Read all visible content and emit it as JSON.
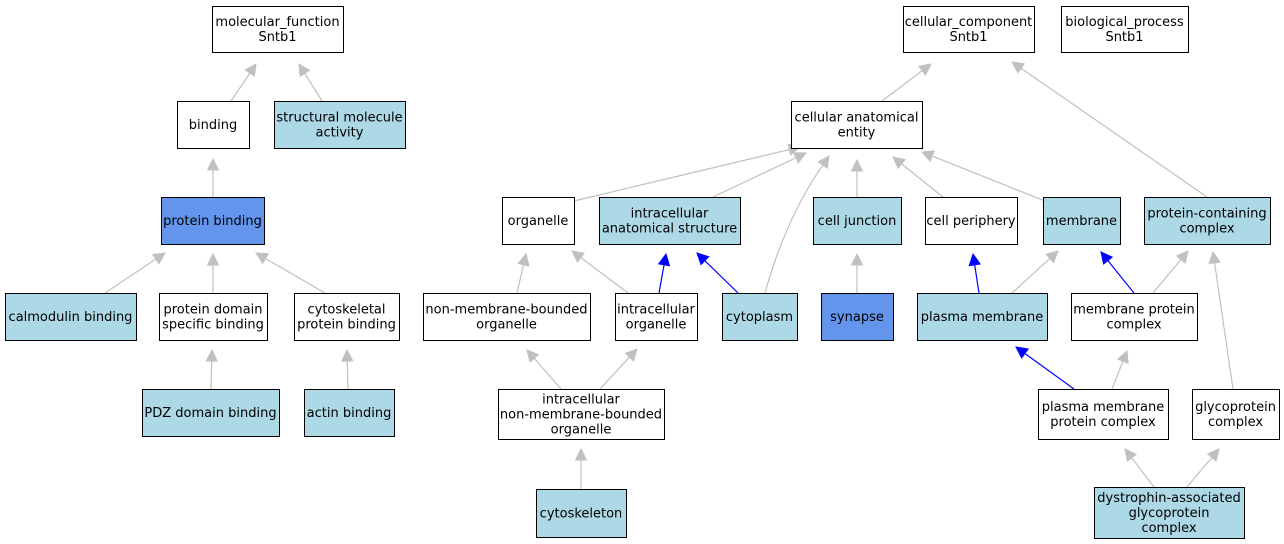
{
  "colors": {
    "plain": "#ffffff",
    "annotated": "#add8e6",
    "highlight": "#6495ed",
    "edge_grey": "#c0c0c0",
    "edge_blue": "#0000ff",
    "border": "#000000"
  },
  "nodes": {
    "molecular_function": {
      "lines": [
        "molecular_function",
        "Sntb1"
      ],
      "fill": "plain"
    },
    "cellular_component": {
      "lines": [
        "cellular_component",
        "Sntb1"
      ],
      "fill": "plain"
    },
    "biological_process": {
      "lines": [
        "biological_process",
        "Sntb1"
      ],
      "fill": "plain"
    },
    "binding": {
      "lines": [
        "binding"
      ],
      "fill": "plain"
    },
    "structural_molecule_activity": {
      "lines": [
        "structural molecule",
        "activity"
      ],
      "fill": "annotated"
    },
    "cellular_anatomical_entity": {
      "lines": [
        "cellular anatomical",
        "entity"
      ],
      "fill": "plain"
    },
    "protein_binding": {
      "lines": [
        "protein binding"
      ],
      "fill": "highlight"
    },
    "organelle": {
      "lines": [
        "organelle"
      ],
      "fill": "plain"
    },
    "intracellular_anatomical_structure": {
      "lines": [
        "intracellular",
        "anatomical structure"
      ],
      "fill": "annotated"
    },
    "cell_junction": {
      "lines": [
        "cell junction"
      ],
      "fill": "annotated"
    },
    "cell_periphery": {
      "lines": [
        "cell periphery"
      ],
      "fill": "plain"
    },
    "membrane": {
      "lines": [
        "membrane"
      ],
      "fill": "annotated"
    },
    "protein_containing_complex": {
      "lines": [
        "protein-containing",
        "complex"
      ],
      "fill": "annotated"
    },
    "calmodulin_binding": {
      "lines": [
        "calmodulin binding"
      ],
      "fill": "annotated"
    },
    "protein_domain_specific_binding": {
      "lines": [
        "protein domain",
        "specific binding"
      ],
      "fill": "plain"
    },
    "cytoskeletal_protein_binding": {
      "lines": [
        "cytoskeletal",
        "protein binding"
      ],
      "fill": "plain"
    },
    "non_membrane_bounded_organelle": {
      "lines": [
        "non-membrane-bounded",
        "organelle"
      ],
      "fill": "plain"
    },
    "intracellular_organelle": {
      "lines": [
        "intracellular",
        "organelle"
      ],
      "fill": "plain"
    },
    "cytoplasm": {
      "lines": [
        "cytoplasm"
      ],
      "fill": "annotated"
    },
    "synapse": {
      "lines": [
        "synapse"
      ],
      "fill": "highlight"
    },
    "plasma_membrane": {
      "lines": [
        "plasma membrane"
      ],
      "fill": "annotated"
    },
    "membrane_protein_complex": {
      "lines": [
        "membrane protein",
        "complex"
      ],
      "fill": "plain"
    },
    "pdz_domain_binding": {
      "lines": [
        "PDZ domain binding"
      ],
      "fill": "annotated"
    },
    "actin_binding": {
      "lines": [
        "actin binding"
      ],
      "fill": "annotated"
    },
    "intracellular_nmb_organelle": {
      "lines": [
        "intracellular",
        "non-membrane-bounded",
        "organelle"
      ],
      "fill": "plain"
    },
    "plasma_membrane_protein_complex": {
      "lines": [
        "plasma membrane",
        "protein complex"
      ],
      "fill": "plain"
    },
    "glycoprotein_complex": {
      "lines": [
        "glycoprotein",
        "complex"
      ],
      "fill": "plain"
    },
    "cytoskeleton": {
      "lines": [
        "cytoskeleton"
      ],
      "fill": "annotated"
    },
    "dystrophin_associated_glycoprotein_complex": {
      "lines": [
        "dystrophin-associated",
        "glycoprotein",
        "complex"
      ],
      "fill": "annotated"
    }
  },
  "edges": [
    {
      "from": "binding",
      "to": "molecular_function",
      "color": "grey"
    },
    {
      "from": "structural_molecule_activity",
      "to": "molecular_function",
      "color": "grey"
    },
    {
      "from": "protein_binding",
      "to": "binding",
      "color": "grey"
    },
    {
      "from": "calmodulin_binding",
      "to": "protein_binding",
      "color": "grey"
    },
    {
      "from": "protein_domain_specific_binding",
      "to": "protein_binding",
      "color": "grey"
    },
    {
      "from": "cytoskeletal_protein_binding",
      "to": "protein_binding",
      "color": "grey"
    },
    {
      "from": "pdz_domain_binding",
      "to": "protein_domain_specific_binding",
      "color": "grey"
    },
    {
      "from": "actin_binding",
      "to": "cytoskeletal_protein_binding",
      "color": "grey"
    },
    {
      "from": "cellular_anatomical_entity",
      "to": "cellular_component",
      "color": "grey"
    },
    {
      "from": "protein_containing_complex",
      "to": "cellular_component",
      "color": "grey"
    },
    {
      "from": "organelle",
      "to": "cellular_anatomical_entity",
      "color": "grey"
    },
    {
      "from": "intracellular_anatomical_structure",
      "to": "cellular_anatomical_entity",
      "color": "grey"
    },
    {
      "from": "cytoplasm",
      "to": "cellular_anatomical_entity",
      "color": "grey"
    },
    {
      "from": "cell_junction",
      "to": "cellular_anatomical_entity",
      "color": "grey"
    },
    {
      "from": "cell_periphery",
      "to": "cellular_anatomical_entity",
      "color": "grey"
    },
    {
      "from": "membrane",
      "to": "cellular_anatomical_entity",
      "color": "grey"
    },
    {
      "from": "non_membrane_bounded_organelle",
      "to": "organelle",
      "color": "grey"
    },
    {
      "from": "intracellular_organelle",
      "to": "organelle",
      "color": "grey"
    },
    {
      "from": "intracellular_organelle",
      "to": "intracellular_anatomical_structure",
      "color": "blue"
    },
    {
      "from": "cytoplasm",
      "to": "intracellular_anatomical_structure",
      "color": "blue"
    },
    {
      "from": "synapse",
      "to": "cell_junction",
      "color": "grey"
    },
    {
      "from": "plasma_membrane",
      "to": "cell_periphery",
      "color": "blue"
    },
    {
      "from": "plasma_membrane",
      "to": "membrane",
      "color": "grey"
    },
    {
      "from": "membrane_protein_complex",
      "to": "membrane",
      "color": "blue"
    },
    {
      "from": "membrane_protein_complex",
      "to": "protein_containing_complex",
      "color": "grey"
    },
    {
      "from": "glycoprotein_complex",
      "to": "protein_containing_complex",
      "color": "grey"
    },
    {
      "from": "intracellular_nmb_organelle",
      "to": "non_membrane_bounded_organelle",
      "color": "grey"
    },
    {
      "from": "intracellular_nmb_organelle",
      "to": "intracellular_organelle",
      "color": "grey"
    },
    {
      "from": "cytoskeleton",
      "to": "intracellular_nmb_organelle",
      "color": "grey"
    },
    {
      "from": "plasma_membrane_protein_complex",
      "to": "plasma_membrane",
      "color": "blue"
    },
    {
      "from": "plasma_membrane_protein_complex",
      "to": "membrane_protein_complex",
      "color": "grey"
    },
    {
      "from": "dystrophin_associated_glycoprotein_complex",
      "to": "plasma_membrane_protein_complex",
      "color": "grey"
    },
    {
      "from": "dystrophin_associated_glycoprotein_complex",
      "to": "glycoprotein_complex",
      "color": "grey"
    }
  ]
}
